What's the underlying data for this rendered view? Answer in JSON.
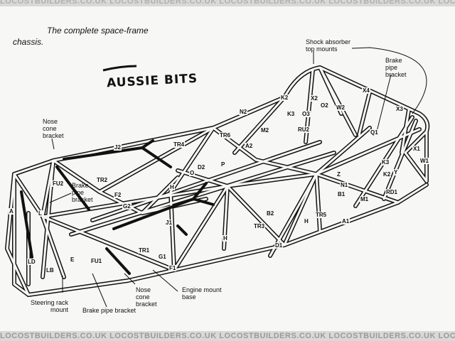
{
  "watermark": {
    "text": "LOCOSTBUILDERS.CO.UK   LOCOSTBUILDERS.CO.UK   LOCOSTBUILDERS.CO.UK   LOCOSTBUILDERS.CO.UK   LOCOSTBUILDERS.CO.UK"
  },
  "caption": {
    "line1": "The complete space-frame",
    "line2": "chassis."
  },
  "handwritten_note": "AUSSIE BITS",
  "callouts": {
    "shock_absorber_1": "Shock absorber",
    "shock_absorber_2": "top mounts",
    "brake_pipe_top_1": "Brake",
    "brake_pipe_top_2": "pipe",
    "brake_pipe_top_3": "bracket",
    "nose_cone_top_1": "Nose",
    "nose_cone_top_2": "cone",
    "nose_cone_top_3": "bracket",
    "brake_pipe_left_1": "Brake",
    "brake_pipe_left_2": "pipe",
    "brake_pipe_left_3": "bracket",
    "steering_rack_1": "Steering rack",
    "steering_rack_2": "mount",
    "brake_pipe_bottom": "Brake pipe bracket",
    "nose_cone_bottom_1": "Nose",
    "nose_cone_bottom_2": "cone",
    "nose_cone_bottom_3": "bracket",
    "engine_mount_1": "Engine mount",
    "engine_mount_2": "base"
  },
  "part_labels": [
    "J2",
    "TR4",
    "TR2",
    "FU2",
    "F2",
    "G2",
    "A",
    "L",
    "TR1",
    "G1",
    "F1",
    "FU1",
    "LD",
    "LB",
    "E",
    "J1",
    "H",
    "TR6",
    "D2",
    "P",
    "O",
    "K2",
    "N2",
    "X2",
    "O2",
    "W2",
    "X4",
    "X3",
    "K3",
    "O3",
    "RU2",
    "M2",
    "Q1",
    "A2",
    "X1",
    "W1",
    "K3",
    "K2",
    "Y",
    "Z",
    "N1",
    "B1",
    "RD1",
    "M1",
    "TR5",
    "B2",
    "TR3",
    "H",
    "H",
    "D1",
    "A1"
  ],
  "colors": {
    "ink": "#111111",
    "paper": "#f7f7f5",
    "watermark": "#9a9a9a"
  }
}
